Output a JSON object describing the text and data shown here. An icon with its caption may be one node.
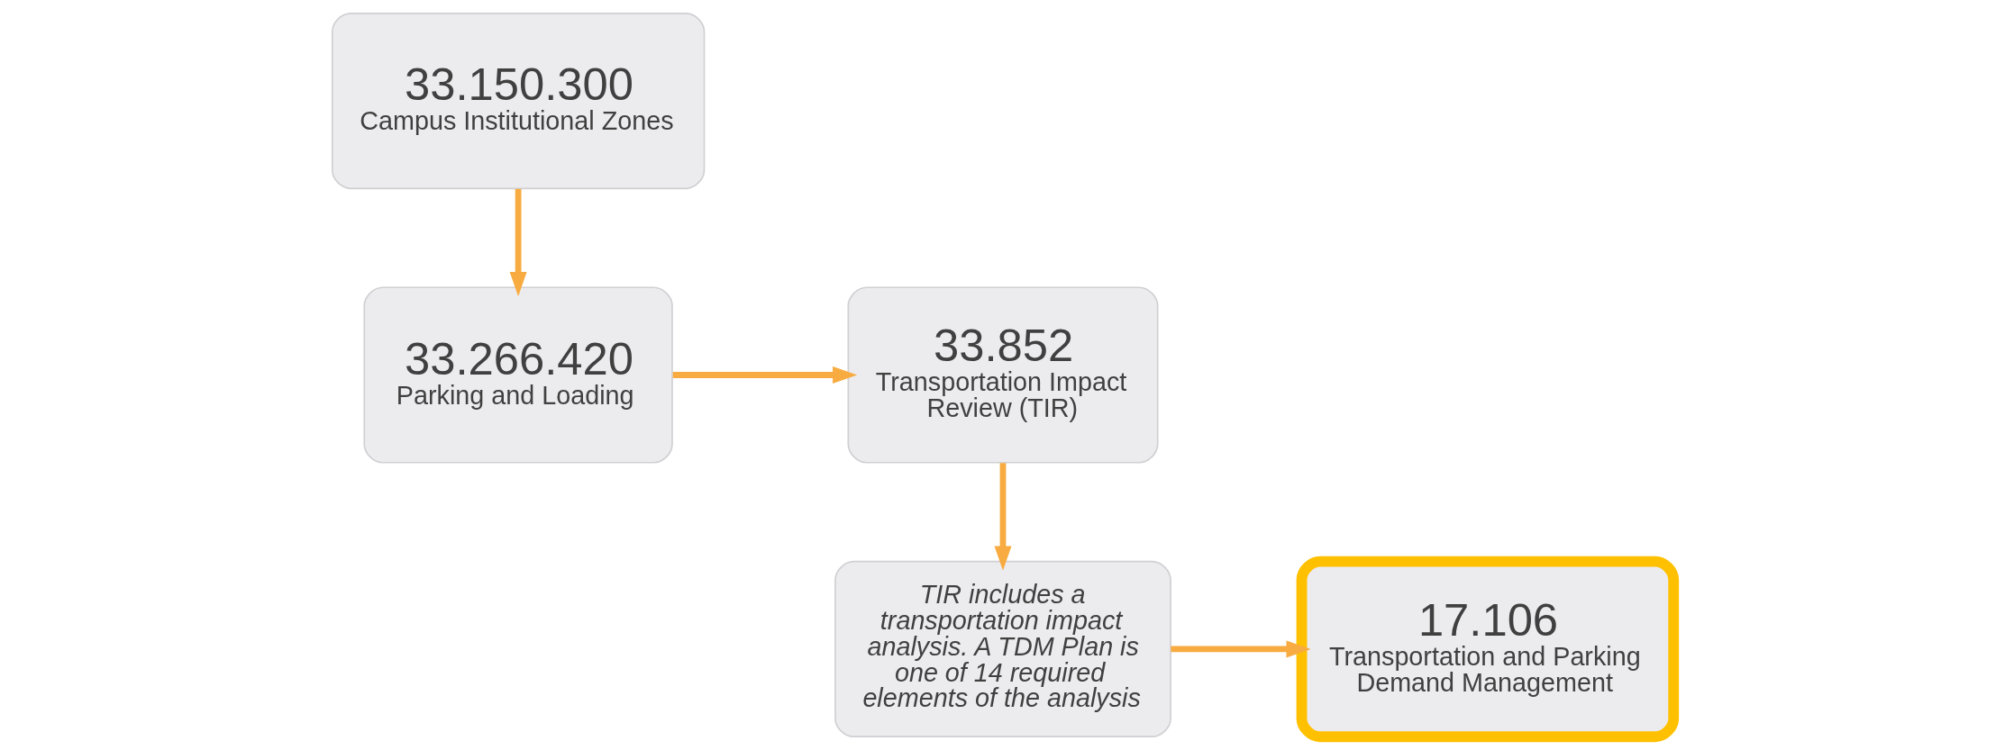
{
  "diagram": {
    "nodes": [
      {
        "text": [
          "33.150.300",
          "Campus Institutional Zones"
        ]
      },
      {
        "text": [
          "33.266.420",
          "Parking and Loading"
        ]
      },
      {
        "text": [
          "33.852",
          "Transportation Impact Review (TIR)"
        ]
      },
      {
        "text": [
          "TIR includes a transportation impact analysis. A TDM Plan is one of 14 required elements of the analysis"
        ]
      },
      {
        "text": [
          "17.106",
          "Transportation and Parking Demand Management"
        ]
      }
    ],
    "edges": [
      {
        "from": 0,
        "to": 1,
        "arrow": "to"
      },
      {
        "from": 1,
        "to": 2,
        "arrow": "to"
      },
      {
        "from": 2,
        "to": 3,
        "arrow": "to"
      },
      {
        "from": 3,
        "to": 4,
        "arrow": "to"
      }
    ]
  }
}
